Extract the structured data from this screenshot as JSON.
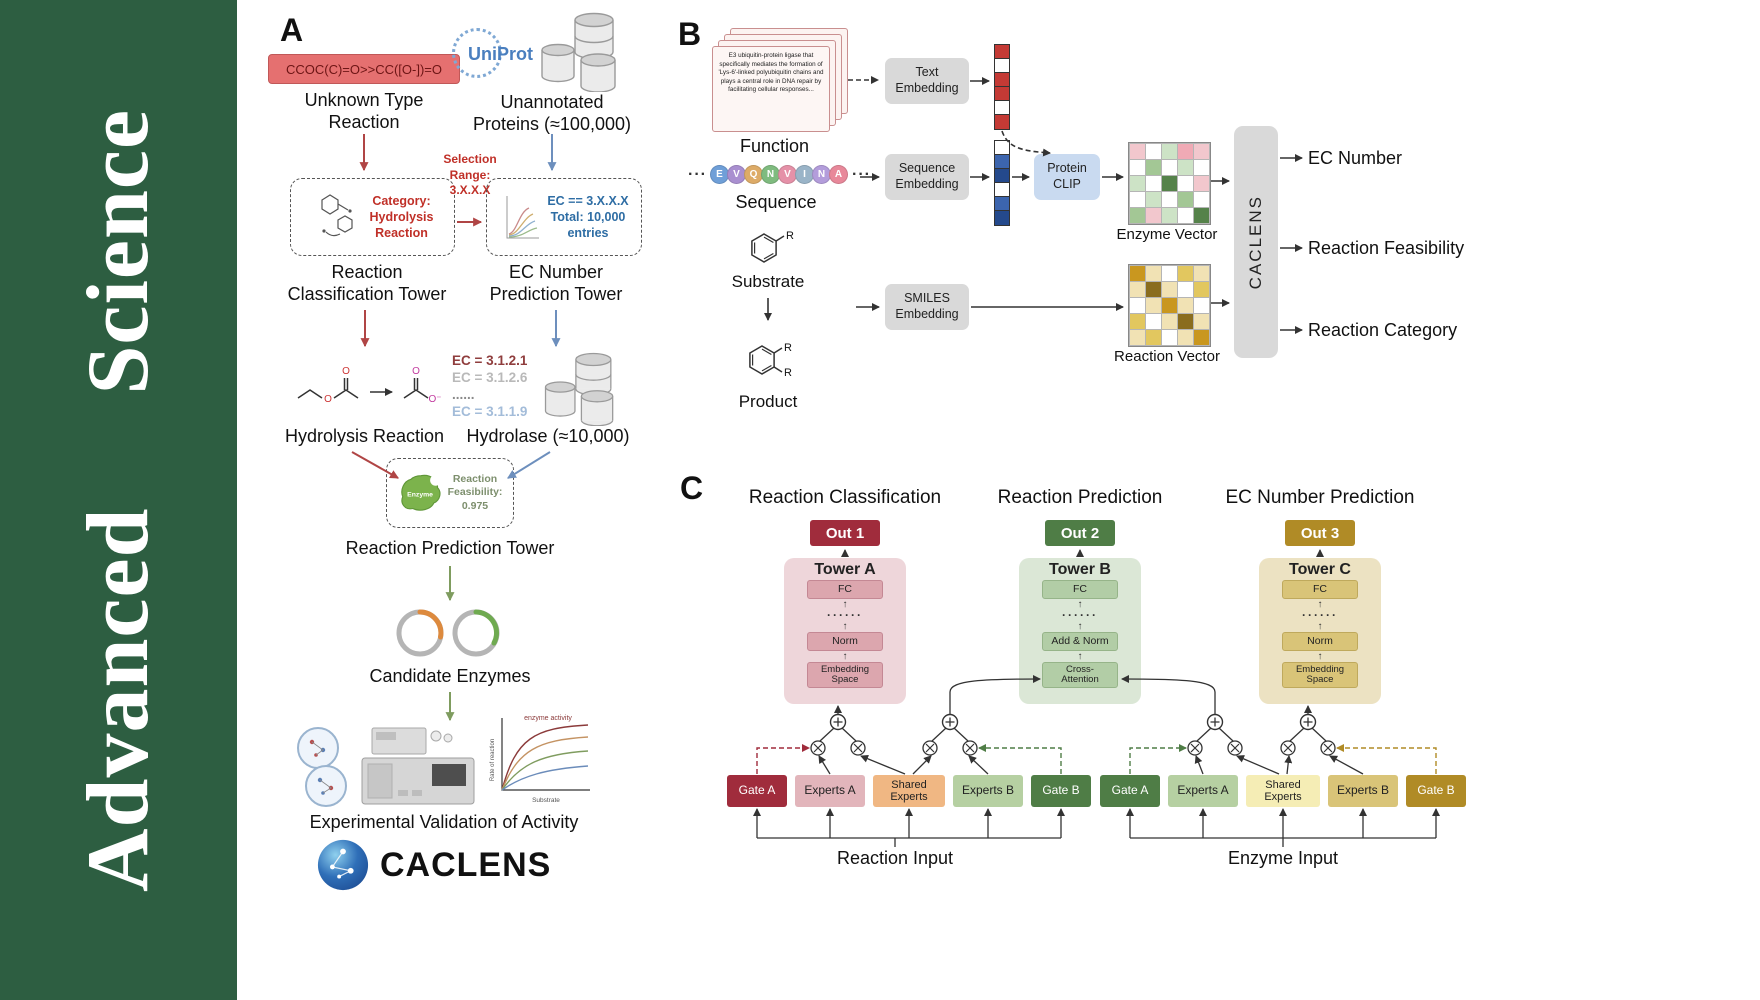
{
  "journal": {
    "name": "Advanced Science"
  },
  "panelA": {
    "label": "A",
    "smiles_reaction": "CCOC(C)=O>>CC([O-])=O",
    "unknown_reaction_label": "Unknown Type\nReaction",
    "uniprot_label": "UniProt",
    "unannotated_label": "Unannotated\nProteins (≈100,000)",
    "selection_label": "Selection\nRange:\n3.X.X.X",
    "category_box_label": "Category:\nHydrolysis\nReaction",
    "ec_box_label": "EC == 3.X.X.X\nTotal: 10,000\nentries",
    "classification_tower_label": "Reaction\nClassification Tower",
    "ec_tower_label": "EC Number\nPrediction Tower",
    "hydrolysis_label": "Hydrolysis Reaction",
    "ec_items": [
      {
        "text": "EC = 3.1.2.1",
        "color": "#8f3d3d"
      },
      {
        "text": "EC = 3.1.2.6",
        "color": "#b9b9b9"
      },
      {
        "text": "......",
        "color": "#8a8a8a"
      },
      {
        "text": "EC = 3.1.1.9",
        "color": "#a3bcd9"
      }
    ],
    "hydrolase_label": "Hydrolase (≈10,000)",
    "enzyme_blob_label": "Enzyme",
    "feasibility_label": "Reaction\nFeasibility:\n0.975",
    "prediction_tower_label": "Reaction Prediction Tower",
    "candidates_label": "Candidate Enzymes",
    "validation_label": "Experimental Validation of Activity",
    "activity_chart": {
      "title": "enzyme activity",
      "xlabel": "Substrate",
      "ylabel": "Rate of reaction"
    },
    "logo_text": "CACLENS"
  },
  "panelB": {
    "label": "B",
    "function_card_text": "E3 ubiquitin-protein ligase that specifically mediates the formation of 'Lys-6'-linked polyubiquitin chains and plays a central role in DNA repair by facilitating cellular responses...",
    "function_label": "Function",
    "sequence_dots": "···",
    "sequence_letters": [
      {
        "ch": "E",
        "color": "#6f9fd8"
      },
      {
        "ch": "V",
        "color": "#a98fd0"
      },
      {
        "ch": "Q",
        "color": "#ddab67"
      },
      {
        "ch": "N",
        "color": "#7fbb7f"
      },
      {
        "ch": "V",
        "color": "#e591a8"
      },
      {
        "ch": "I",
        "color": "#9ab4c8"
      },
      {
        "ch": "N",
        "color": "#b39ddb"
      },
      {
        "ch": "A",
        "color": "#e8889a"
      }
    ],
    "sequence_label": "Sequence",
    "text_embedding_label": "Text\nEmbedding",
    "sequence_embedding_label": "Sequence\nEmbedding",
    "smiles_embedding_label": "SMILES\nEmbedding",
    "protein_clip_label": "Protein\nCLIP",
    "enzyme_vector_label": "Enzyme Vector",
    "reaction_vector_label": "Reaction Vector",
    "caclens_label": "CACLENS",
    "substrate_label": "Substrate",
    "product_label": "Product",
    "r_label": "R",
    "outputs": [
      "EC Number",
      "Reaction Feasibility",
      "Reaction Category"
    ],
    "text_vector": [
      "#c43a35",
      "#ffffff",
      "#c43a35",
      "#c43a35",
      "#ffffff",
      "#c43a35"
    ],
    "sequence_vector": [
      "#ffffff",
      "#3c65ae",
      "#24498c",
      "#ffffff",
      "#3c65ae",
      "#24498c"
    ],
    "enzyme_grid": [
      [
        "#f2c7cd",
        "#ffffff",
        "#cde3c6",
        "#f0aab5",
        "#f2c7cd"
      ],
      [
        "#ffffff",
        "#a3c795",
        "#ffffff",
        "#cde3c6",
        "#ffffff"
      ],
      [
        "#cde3c6",
        "#ffffff",
        "#55824a",
        "#ffffff",
        "#f2c7cd"
      ],
      [
        "#ffffff",
        "#cde3c6",
        "#ffffff",
        "#a3c795",
        "#ffffff"
      ],
      [
        "#a3c795",
        "#f2c7cd",
        "#cde3c6",
        "#ffffff",
        "#55824a"
      ]
    ],
    "reaction_grid": [
      [
        "#c9971f",
        "#f1e2b4",
        "#ffffff",
        "#e2c75f",
        "#f1e2b4"
      ],
      [
        "#f1e2b4",
        "#8a6d1e",
        "#f1e2b4",
        "#ffffff",
        "#e2c75f"
      ],
      [
        "#ffffff",
        "#f1e2b4",
        "#c9971f",
        "#f1e2b4",
        "#ffffff"
      ],
      [
        "#e2c75f",
        "#ffffff",
        "#f1e2b4",
        "#8a6d1e",
        "#f1e2b4"
      ],
      [
        "#f1e2b4",
        "#e2c75f",
        "#ffffff",
        "#f1e2b4",
        "#c9971f"
      ]
    ]
  },
  "panelC": {
    "label": "C",
    "towers": [
      {
        "section": "Reaction Classification",
        "out": "Out 1",
        "name": "Tower A",
        "fc": "FC",
        "dots": "······",
        "mid": "Norm",
        "bottom": "Embedding\nSpace",
        "panel_bg": "#eed6da",
        "box_bg": "#dca6ae",
        "box_border": "#c48894",
        "out_bg": "#a02c3c"
      },
      {
        "section": "Reaction Prediction",
        "out": "Out 2",
        "name": "Tower B",
        "fc": "FC",
        "dots": "······",
        "mid": "Add & Norm",
        "bottom": "Cross-\nAttention",
        "panel_bg": "#dbe7d6",
        "box_bg": "#b2cda6",
        "box_border": "#96b489",
        "out_bg": "#4f7d46"
      },
      {
        "section": "EC Number Prediction",
        "out": "Out 3",
        "name": "Tower C",
        "fc": "FC",
        "dots": "······",
        "mid": "Norm",
        "bottom": "Embedding\nSpace",
        "panel_bg": "#ece2c2",
        "box_bg": "#d9c478",
        "box_border": "#bfa95c",
        "out_bg": "#b08b26"
      }
    ],
    "moe_groups": [
      {
        "input_label": "Reaction Input",
        "boxes": [
          {
            "label": "Gate A",
            "bg": "#a02c3c",
            "fg": "#ffffff"
          },
          {
            "label": "Experts A",
            "bg": "#e2b5bb",
            "fg": "#222222"
          },
          {
            "label": "Shared\nExperts",
            "bg": "#f0b783",
            "fg": "#222222"
          },
          {
            "label": "Experts B",
            "bg": "#b6d0a2",
            "fg": "#222222"
          },
          {
            "label": "Gate B",
            "bg": "#4f7d46",
            "fg": "#ffffff"
          }
        ]
      },
      {
        "input_label": "Enzyme Input",
        "boxes": [
          {
            "label": "Gate A",
            "bg": "#4f7d46",
            "fg": "#ffffff"
          },
          {
            "label": "Experts A",
            "bg": "#b6d0a2",
            "fg": "#222222"
          },
          {
            "label": "Shared\nExperts",
            "bg": "#f5edb5",
            "fg": "#222222"
          },
          {
            "label": "Experts B",
            "bg": "#d9c478",
            "fg": "#222222"
          },
          {
            "label": "Gate B",
            "bg": "#b08b26",
            "fg": "#ffffff"
          }
        ]
      }
    ]
  }
}
